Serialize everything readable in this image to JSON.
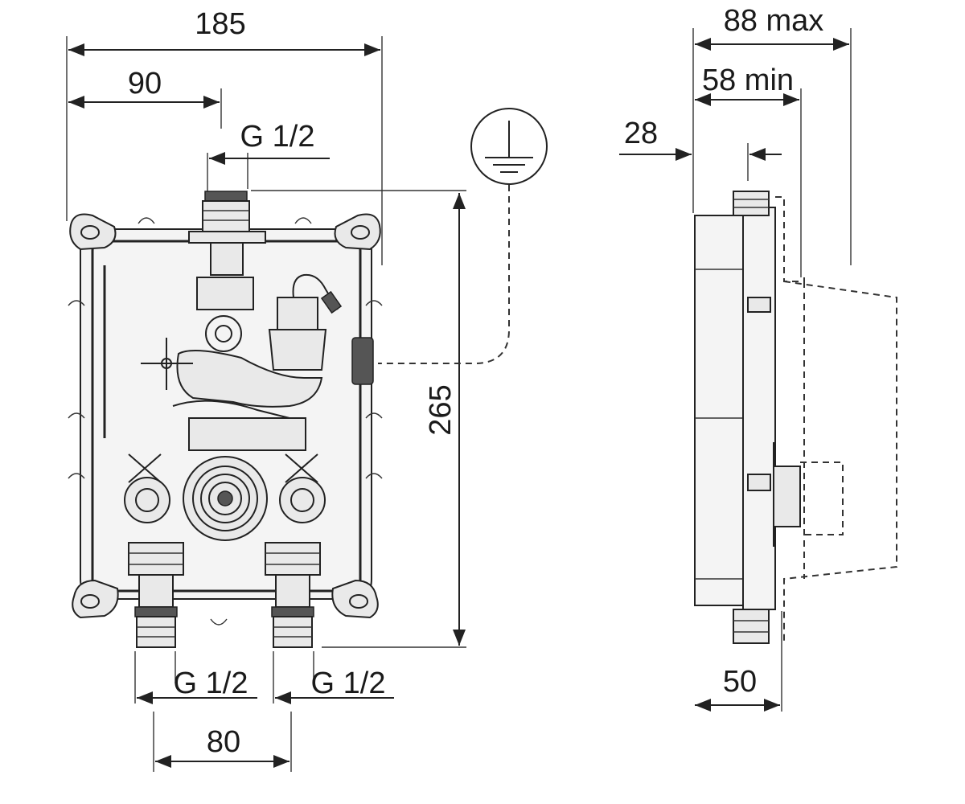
{
  "front_view": {
    "width_total": "185",
    "width_half": "90",
    "thread_top": "G 1/2",
    "height": "265",
    "thread_bottom_left": "G 1/2",
    "thread_bottom_right": "G 1/2",
    "spacing_bottom": "80"
  },
  "side_view": {
    "depth_max": "88 max",
    "depth_min": "58 min",
    "offset": "28",
    "base_depth": "50"
  },
  "symbols": {
    "ground": "ground-symbol-icon"
  }
}
